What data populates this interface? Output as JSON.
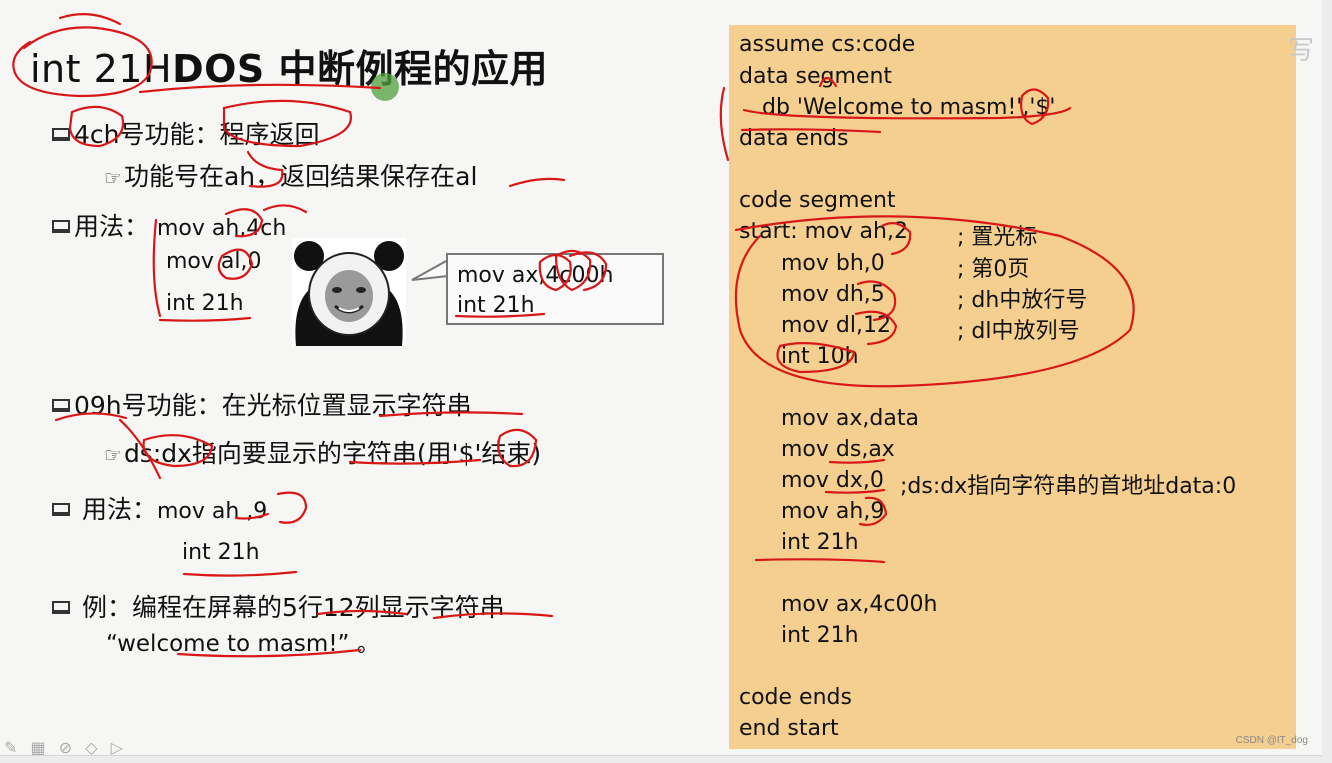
{
  "slide": {
    "title_prefix": "int 21H",
    "title_main": "DOS 中断例程的应用",
    "left": {
      "f4c_heading_code": "4ch",
      "f4c_heading_text": "号功能：",
      "f4c_heading_em": "程序返回",
      "f4c_sub_pre": "功能号在",
      "f4c_sub_reg": "ah",
      "f4c_sub_mid": "，返回结果保存在",
      "f4c_sub_reg2": "al",
      "usage_label": "用法：",
      "usage1_code1": "mov ah,4ch",
      "usage1_code2": "mov al,0",
      "usage1_code3": "int 21h",
      "callout_line1": "mov ax,4c00h",
      "callout_line2": "int 21h",
      "f09_heading_code": "09h",
      "f09_heading_text": "号功能：在光标位置显示字符串",
      "f09_sub": "ds:dx指向要显示的字符串(用'$'结束)",
      "usage2_label": "用法：",
      "usage2_code1": "mov ah ,9",
      "usage2_code2": "int 21h",
      "example_label": "例：编程在屏幕的5行12列显示字符串",
      "example_string": "“welcome to masm!” 。"
    },
    "code": {
      "lines": [
        "assume cs:code",
        "data segment",
        "db 'Welcome to masm!','$'",
        "data ends",
        "code segment",
        "start: mov ah,2",
        "mov bh,0",
        "mov dh,5",
        "mov dl,12",
        "int 10h",
        "mov ax,data",
        "mov ds,ax",
        "mov dx,0",
        "mov ah,9",
        "int 21h",
        "mov ax,4c00h",
        "int 21h",
        "code ends",
        "end start"
      ],
      "comments": {
        "c_start": "; 置光标",
        "c_bh": "; 第0页",
        "c_dh": "; dh中放行号",
        "c_dl": "; dl中放列号",
        "c_dx": ";ds:dx指向字符串的首地址data:0"
      }
    }
  },
  "toolbar": {
    "icons": [
      "pen-icon",
      "grid-icon",
      "link-icon",
      "eraser-icon",
      "pointer-icon"
    ]
  },
  "watermark": "CSDN @IT_dog",
  "side_glyph": "写",
  "colors": {
    "code_panel_bg": "#f5cf90",
    "annotation_ink": "#d81818",
    "cursor_marker": "#50a03c"
  }
}
